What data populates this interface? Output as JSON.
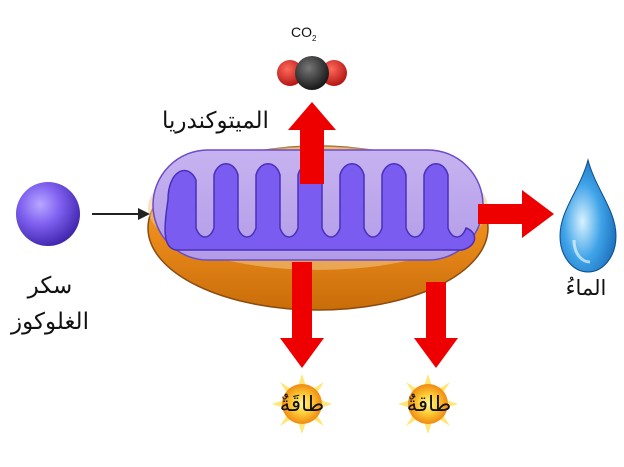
{
  "labels": {
    "mitochondria": "الميتوكندريا",
    "glucose_line1": "سكر",
    "glucose_line2": "الغلوكوز",
    "water": "الماءُ",
    "energy_1": "طاقَةٌ",
    "energy_2": "طاقةٌ",
    "co2_main": "CO",
    "co2_sub": "2"
  },
  "icons": {
    "glucose": "glucose-sphere-icon",
    "co2": "co2-molecule-icon",
    "water": "water-drop-icon",
    "energy": "energy-burst-icon"
  },
  "colors": {
    "arrow": "#ee0000",
    "membrane_outer": "#e98a1a",
    "cristae": "#7a5cf0",
    "glucose": "#6a4ae0",
    "water": "#2a8fd8",
    "energy": "#f7a41a"
  }
}
